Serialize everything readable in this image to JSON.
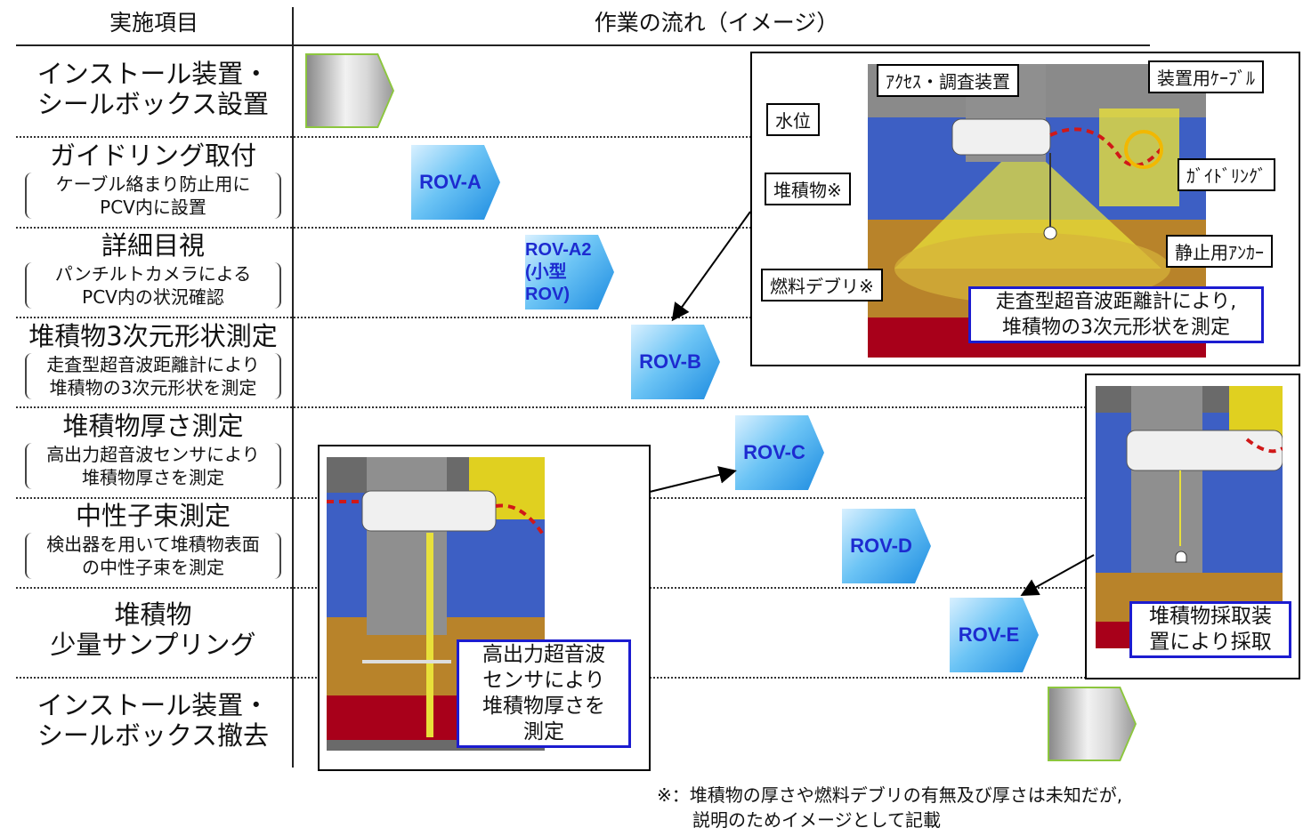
{
  "header": {
    "col_items": "実施項目",
    "col_flow": "作業の流れ（イメージ）"
  },
  "rows": [
    {
      "title": "インストール装置・\nシールボックス設置",
      "sub": ""
    },
    {
      "title": "ガイドリング取付",
      "sub": "ケーブル絡まり防止用に\nPCV内に設置"
    },
    {
      "title": "詳細目視",
      "sub": "パンチルトカメラによる\nPCV内の状況確認"
    },
    {
      "title": "堆積物3次元形状測定",
      "sub": "走査型超音波距離計により\n堆積物の3次元形状を測定"
    },
    {
      "title": "堆積物厚さ測定",
      "sub": "高出力超音波センサにより\n堆積物厚さを測定"
    },
    {
      "title": "中性子束測定",
      "sub": "検出器を用いて堆積物表面\nの中性子束を測定"
    },
    {
      "title": "堆積物\n少量サンプリング",
      "sub": ""
    },
    {
      "title": "インストール装置・\nシールボックス撤去",
      "sub": ""
    }
  ],
  "rov": {
    "a": "ROV-A",
    "a2": "ROV-A2\n(小型ROV)",
    "b": "ROV-B",
    "c": "ROV-C",
    "d": "ROV-D",
    "e": "ROV-E"
  },
  "panel_b": {
    "access": "ｱｸｾｽ・調査装置",
    "cable": "装置用ｹｰﾌﾞﾙ",
    "water": "水位",
    "guide": "ｶﾞｲﾄﾞﾘﾝｸﾞ",
    "deposit": "堆積物※",
    "anchor": "静止用ｱﾝｶｰ",
    "debris": "燃料デブリ※",
    "caption": "走査型超音波距離計により,\n堆積物の3次元形状を測定"
  },
  "panel_c": {
    "caption": "高出力超音波\nセンサにより\n堆積物厚さを\n測定"
  },
  "panel_e": {
    "caption": "堆積物採取装\n置により採取"
  },
  "footnote": "※：堆積物の厚さや燃料デブリの有無及び厚さは未知だが,\n　　説明のためイメージとして記載",
  "colors": {
    "rov_text": "#1d2bd0",
    "caption_border": "#1c1cd0",
    "arrow_border": "#8cc63e"
  }
}
